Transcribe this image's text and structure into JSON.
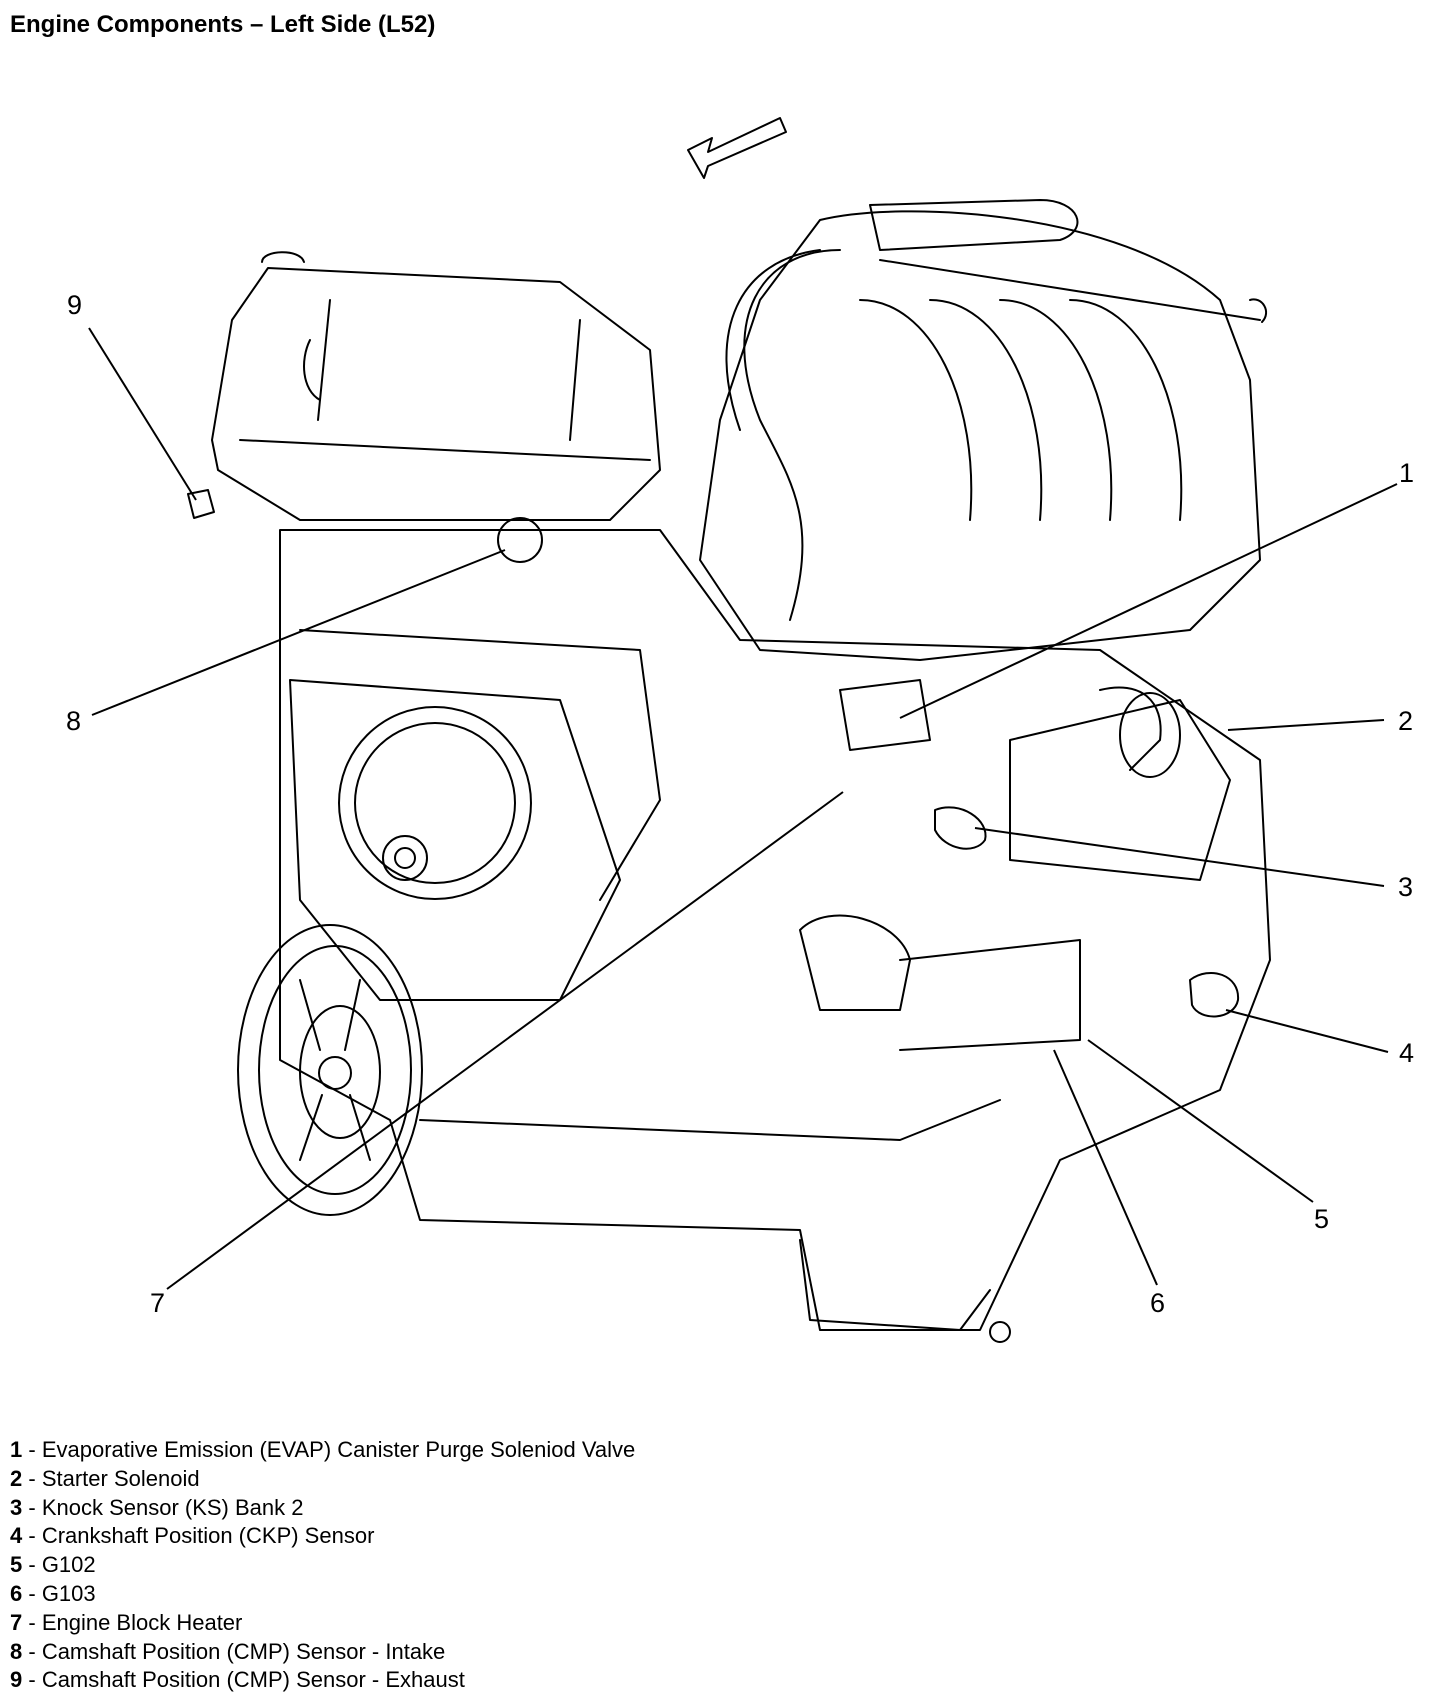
{
  "title": "Engine Components – Left Side (L52)",
  "callouts": [
    {
      "number": "1",
      "description": "Evaporative Emission (EVAP) Canister Purge Soleniod Valve"
    },
    {
      "number": "2",
      "description": "Starter Solenoid"
    },
    {
      "number": "3",
      "description": "Knock Sensor (KS) Bank 2"
    },
    {
      "number": "4",
      "description": "Crankshaft Position (CKP) Sensor"
    },
    {
      "number": "5",
      "description": "G102"
    },
    {
      "number": "6",
      "description": "G103"
    },
    {
      "number": "7",
      "description": "Engine Block Heater"
    },
    {
      "number": "8",
      "description": "Camshaft Position (CMP) Sensor - Intake"
    },
    {
      "number": "9",
      "description": "Camshaft Position (CMP) Sensor - Exhaust"
    }
  ],
  "legend_separator": " - "
}
